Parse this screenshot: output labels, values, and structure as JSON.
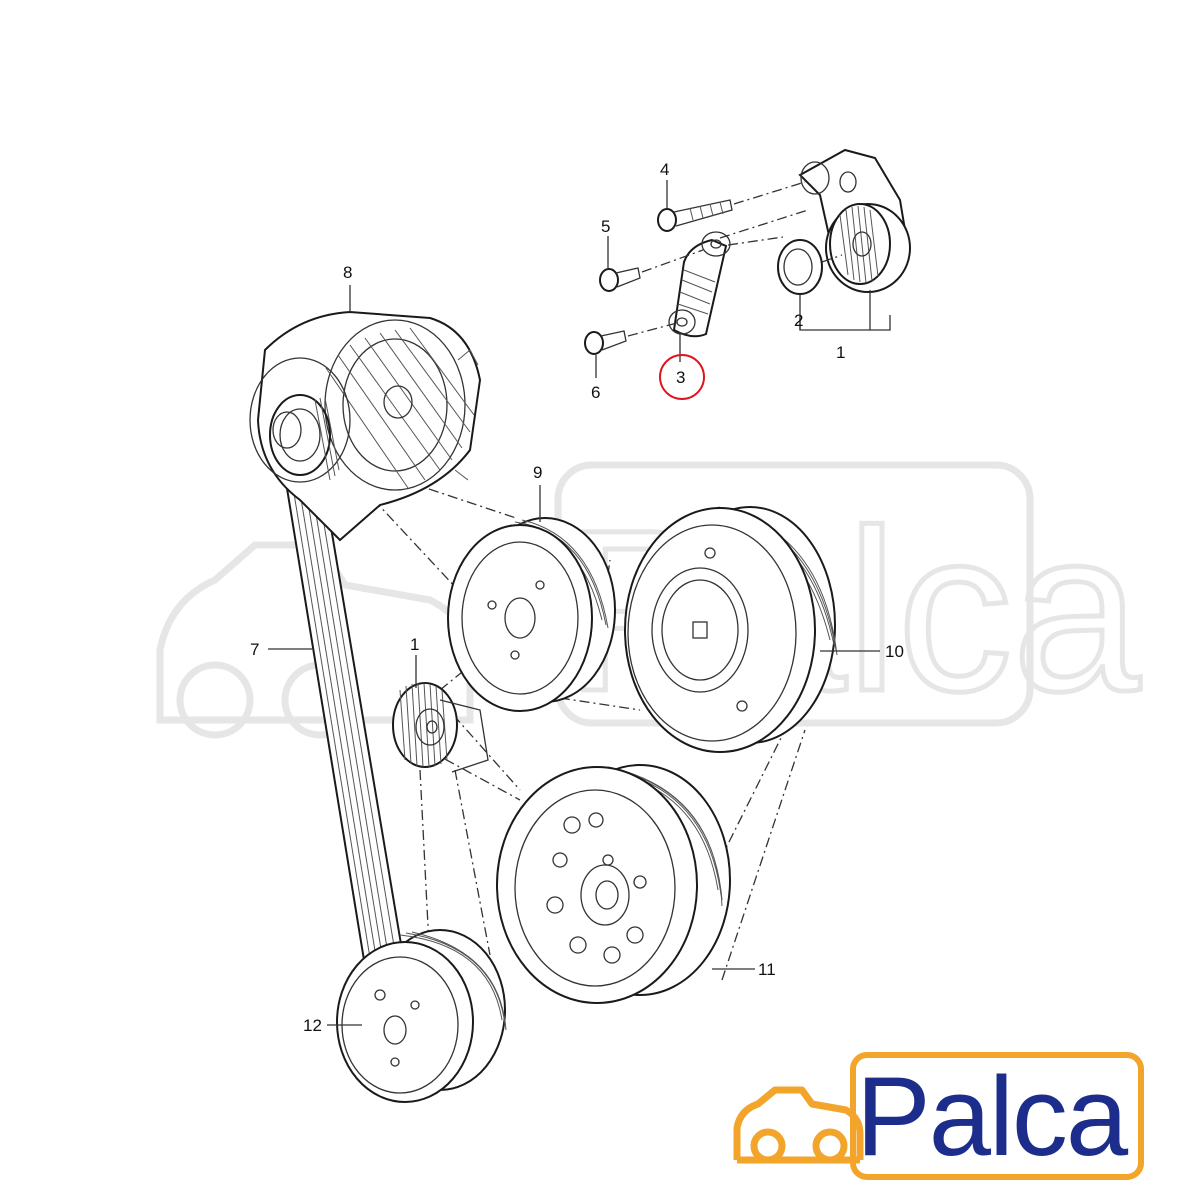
{
  "callouts": {
    "c1_top": "1",
    "c2": "2",
    "c3": "3",
    "c4": "4",
    "c5": "5",
    "c6": "6",
    "c7": "7",
    "c8": "8",
    "c9": "9",
    "c10": "10",
    "c11": "11",
    "c12": "12",
    "c1_mid": "1"
  },
  "highlight": {
    "part": "3",
    "color": "#e0141e"
  },
  "logo": {
    "text": "Palca",
    "text_color": "#1d2d8c",
    "icon": "car-icon",
    "icon_color": "#f2a52a"
  },
  "watermark": {
    "text": "Palca"
  }
}
